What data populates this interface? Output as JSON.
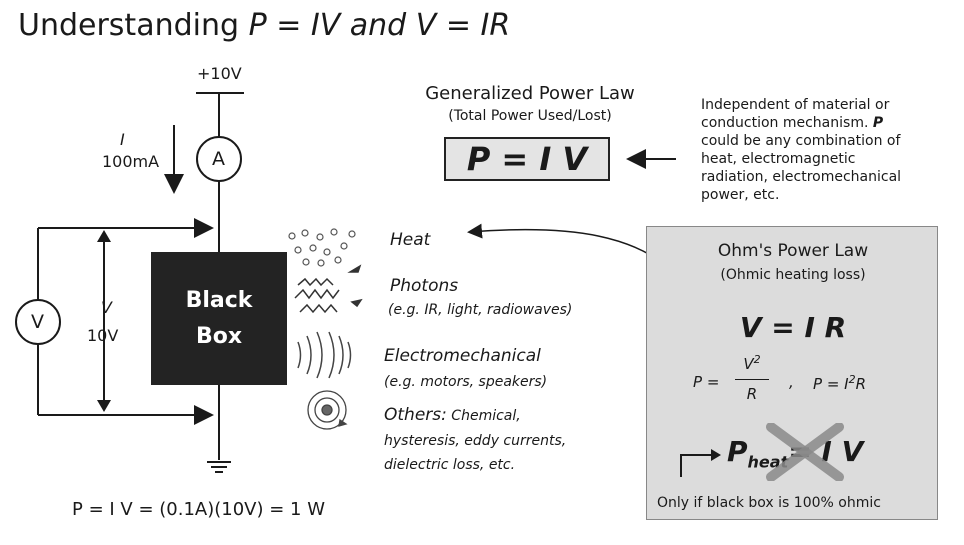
{
  "title": {
    "prefix": "Understanding ",
    "eq1": "P = IV",
    "mid": " and ",
    "eq2": "V = IR"
  },
  "circuit": {
    "supply": "+10V",
    "current_symbol": "I",
    "current_value": "100mA",
    "ammeter": "A",
    "voltmeter": "V",
    "voltage_symbol": "V",
    "voltage_value": "10V",
    "black_box_line1": "Black",
    "black_box_line2": "Box"
  },
  "outputs": [
    {
      "head": "Heat",
      "sub": ""
    },
    {
      "head": "Photons",
      "sub": "(e.g. IR, light, radiowaves)"
    },
    {
      "head": "Electromechanical",
      "sub": "(e.g. motors, speakers)"
    },
    {
      "head": "Others:",
      "sub_inline": " Chemical,",
      "line2": "hysteresis, eddy currents,",
      "line3": "dielectric loss, etc."
    }
  ],
  "generalized": {
    "title": "Generalized Power Law",
    "subtitle": "(Total Power Used/Lost)",
    "formula": "P = I V"
  },
  "note": {
    "line1": "Independent of material or",
    "line2a": "conduction mechanism.  ",
    "line2b": "P",
    "line3": "could be any combination of",
    "line4": "heat, electromagnetic",
    "line5": "radiation, electromechanical",
    "line6": "power, etc."
  },
  "ohm": {
    "title": "Ohm's Power Law",
    "subtitle": "(Ohmic heating loss)",
    "formula": "V = I R",
    "p_eq1_lhs": "P =",
    "p_eq1_num": "V",
    "p_eq1_exp": "2",
    "p_eq1_den": "R",
    "p_sep": ",",
    "p_eq2_lhs": "P = I",
    "p_eq2_exp": "2",
    "p_eq2_rhs": "R",
    "pheat_P": "P",
    "pheat_sub": "heat",
    "pheat_rest": "= I V",
    "note": "Only if black box is 100% ohmic"
  },
  "footer": "P = I V = (0.1A)(10V) = 1 W",
  "colors": {
    "black_box": "#232323",
    "gpl_fill": "#e4e4e4",
    "ohm_fill": "#dcdcdc",
    "cross": "#8a8a8a"
  }
}
